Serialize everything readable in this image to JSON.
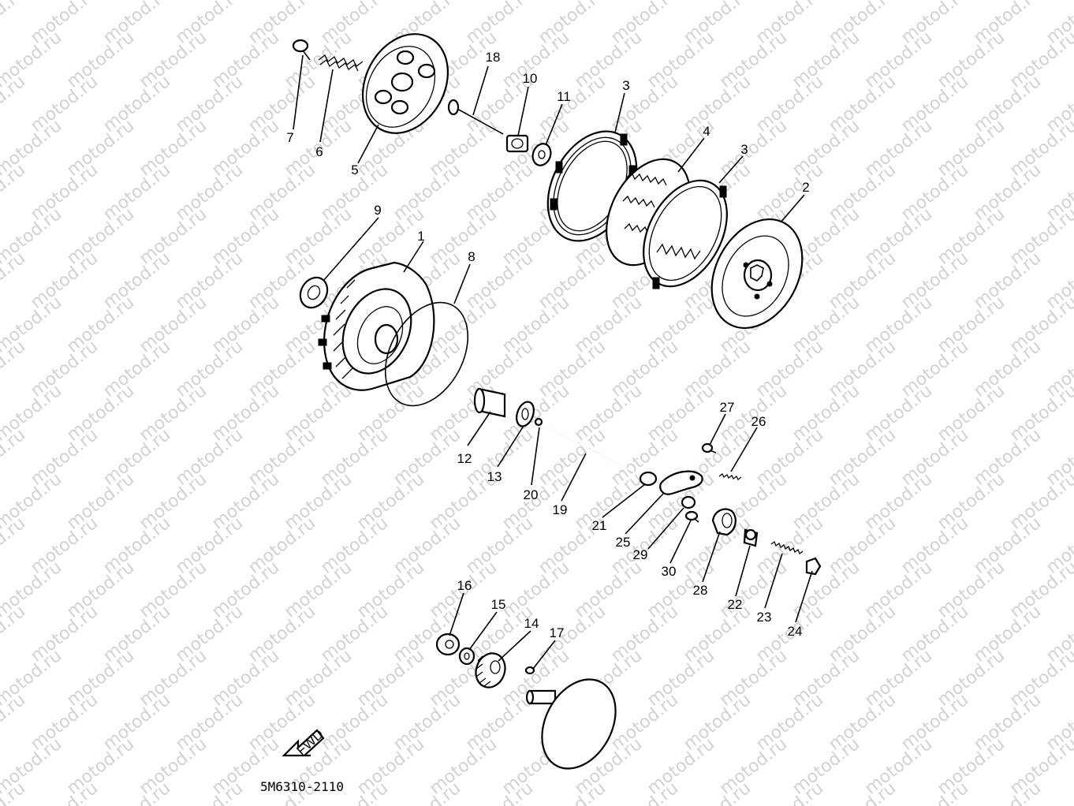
{
  "watermark": "motod.ru",
  "drawing_code": "5M6310-2110",
  "fwd_label": "FWD",
  "callouts": [
    "1",
    "2",
    "3",
    "3",
    "4",
    "5",
    "6",
    "7",
    "8",
    "9",
    "10",
    "11",
    "12",
    "13",
    "14",
    "15",
    "16",
    "17",
    "18",
    "19",
    "20",
    "21",
    "22",
    "23",
    "24",
    "25",
    "26",
    "27",
    "28",
    "29",
    "30"
  ]
}
